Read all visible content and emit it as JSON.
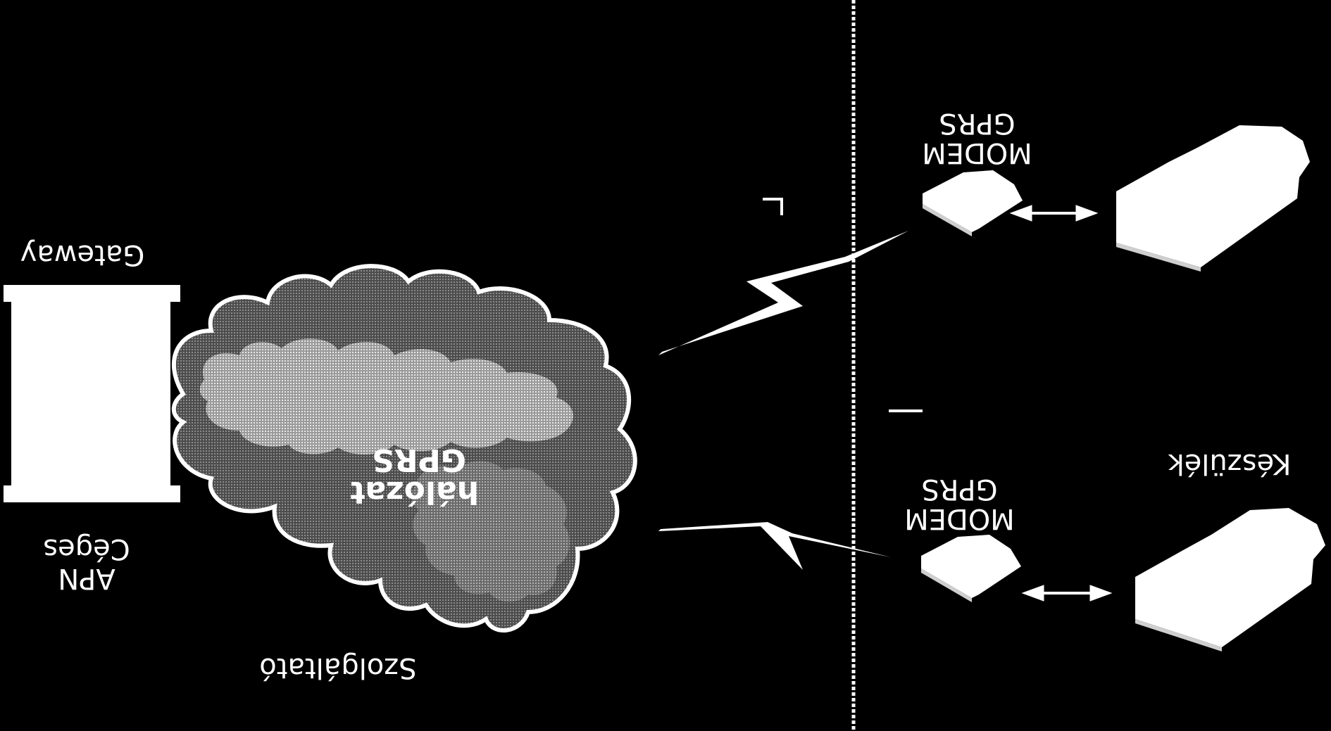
{
  "labels": {
    "gateway": "Gateway",
    "apn_line1": "Céges",
    "apn_line2": "APN",
    "service_provider": "Szolgáltató",
    "cloud_line1": "GPRS",
    "cloud_line2": "hálózat",
    "modem_top_line1": "GPRS",
    "modem_top_line2": "MODEM",
    "modem_bottom_line1": "GPRS",
    "modem_bottom_line2": "MODEM",
    "device": "Készülék"
  },
  "colors": {
    "background": "#000000",
    "foreground": "#ffffff",
    "cloud_outer": "#6e6e6e",
    "cloud_inner_light": "#c8c8c8",
    "cloud_inner_mid": "#8a8a8a"
  }
}
